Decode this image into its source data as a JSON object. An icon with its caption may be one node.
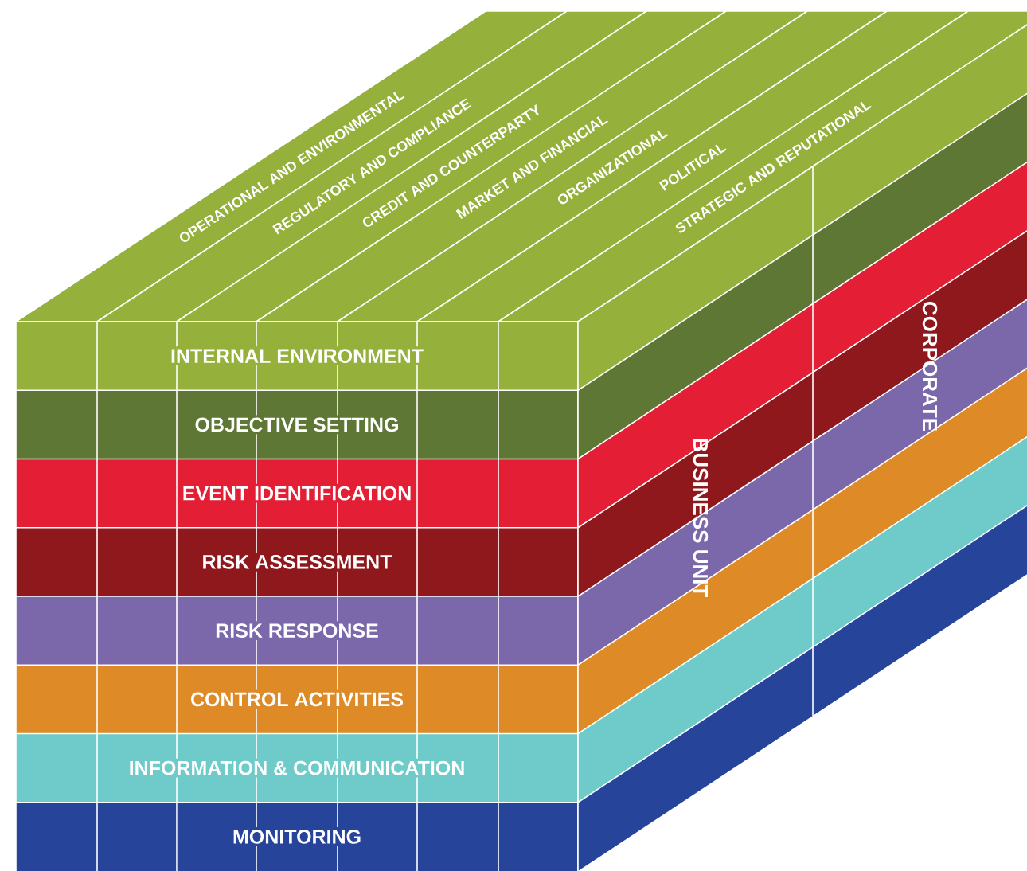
{
  "diagram": {
    "nodes": [
      {
        "text": [
          "OPERATIONAL AND ENVIRONMENTAL"
        ]
      },
      {
        "text": [
          "REGULATORY AND COMPLIANCE"
        ]
      },
      {
        "text": [
          "CREDIT AND COUNTERPARTY"
        ]
      },
      {
        "text": [
          "MARKET AND FINANCIAL"
        ]
      },
      {
        "text": [
          "ORGANIZATIONAL"
        ]
      },
      {
        "text": [
          "POLITICAL"
        ]
      },
      {
        "text": [
          "STRATEGIC AND REPUTATIONAL"
        ]
      },
      {
        "text": [
          "INTERNAL ENVIRONMENT"
        ]
      },
      {
        "text": [
          "OBJECTIVE SETTING"
        ]
      },
      {
        "text": [
          "EVENT IDENTIFICATION"
        ]
      },
      {
        "text": [
          "RISK ASSESSMENT"
        ]
      },
      {
        "text": [
          "RISK RESPONSE"
        ]
      },
      {
        "text": [
          "CONTROL ACTIVITIES"
        ]
      },
      {
        "text": [
          "INFORMATION & COMMUNICATION"
        ]
      },
      {
        "text": [
          "MONITORING"
        ]
      },
      {
        "text": [
          "BUSINESS UNIT"
        ]
      },
      {
        "text": [
          "CORPORATE"
        ]
      }
    ]
  }
}
